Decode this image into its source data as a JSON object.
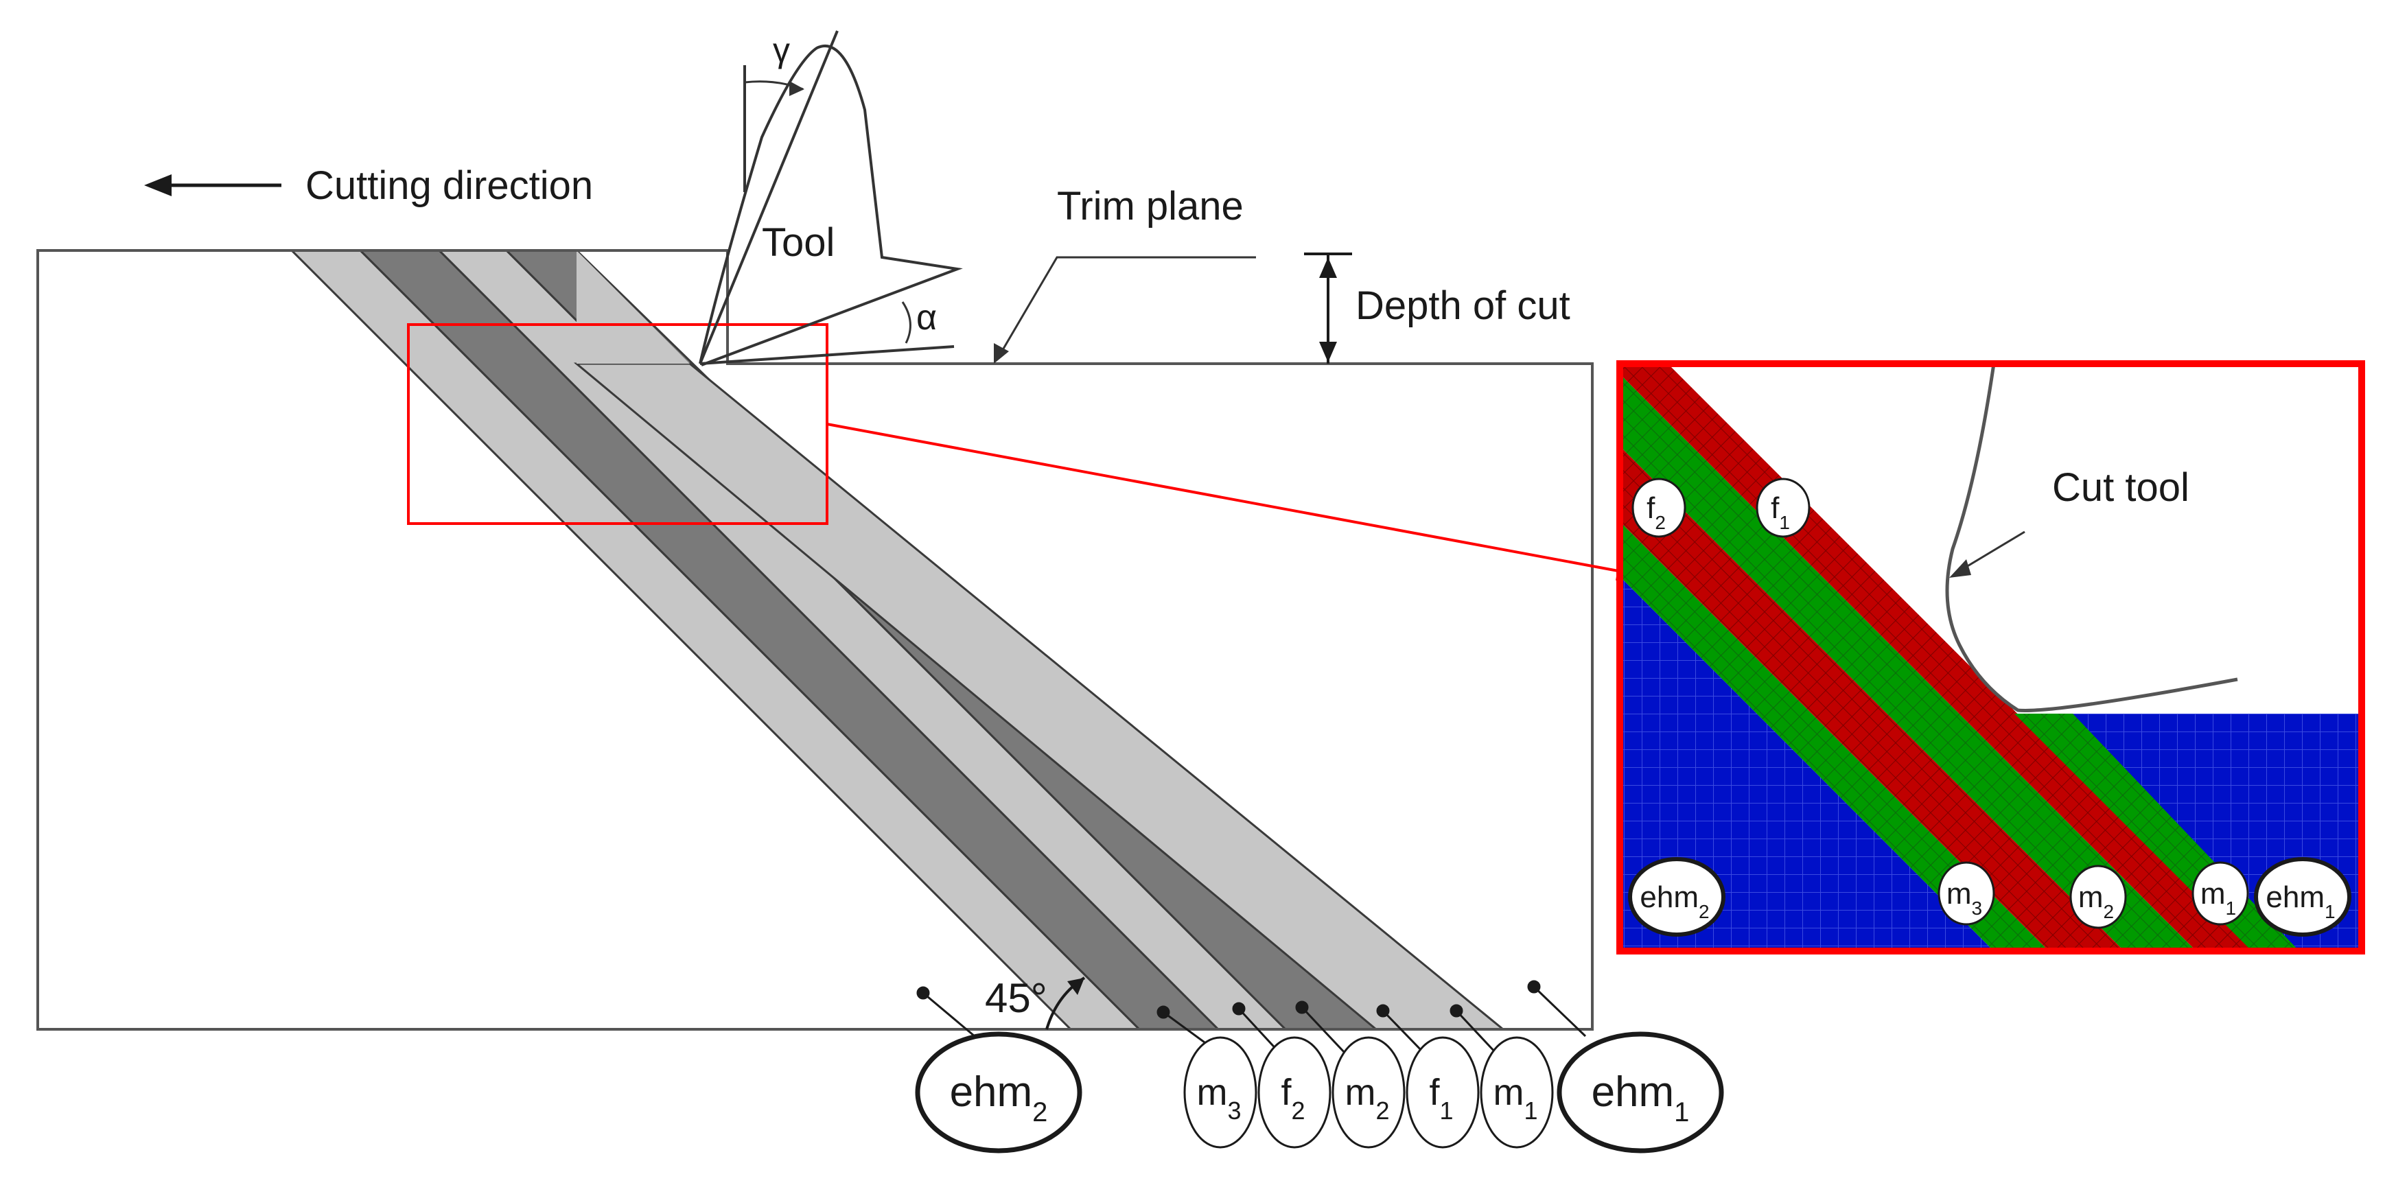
{
  "labels": {
    "cutting_direction": "Cutting direction",
    "tool": "Tool",
    "gamma": "γ",
    "alpha": "α",
    "trim_plane": "Trim plane",
    "depth_of_cut": "Depth of cut",
    "angle": "45°",
    "cut_tool": "Cut tool"
  },
  "layers": [
    {
      "base": "m",
      "sub": "3"
    },
    {
      "base": "f",
      "sub": "2"
    },
    {
      "base": "m",
      "sub": "2"
    },
    {
      "base": "f",
      "sub": "1"
    },
    {
      "base": "m",
      "sub": "1"
    }
  ],
  "regions": {
    "ehm1": {
      "base": "ehm",
      "sub": "1"
    },
    "ehm2": {
      "base": "ehm",
      "sub": "2"
    }
  },
  "inset": {
    "top_labels": [
      {
        "base": "f",
        "sub": "2"
      },
      {
        "base": "f",
        "sub": "1"
      }
    ],
    "bottom_labels": [
      {
        "base": "ehm",
        "sub": "2"
      },
      {
        "base": "m",
        "sub": "3"
      },
      {
        "base": "m",
        "sub": "2"
      },
      {
        "base": "m",
        "sub": "1"
      },
      {
        "base": "ehm",
        "sub": "1"
      }
    ]
  },
  "colors": {
    "light_layer": "#c6c6c6",
    "dark_layer": "#7a7a7a",
    "zoom_box": "#ff0000",
    "inset_red": "#c00000",
    "inset_green": "#009a00",
    "inset_blue": "#0010c8"
  }
}
